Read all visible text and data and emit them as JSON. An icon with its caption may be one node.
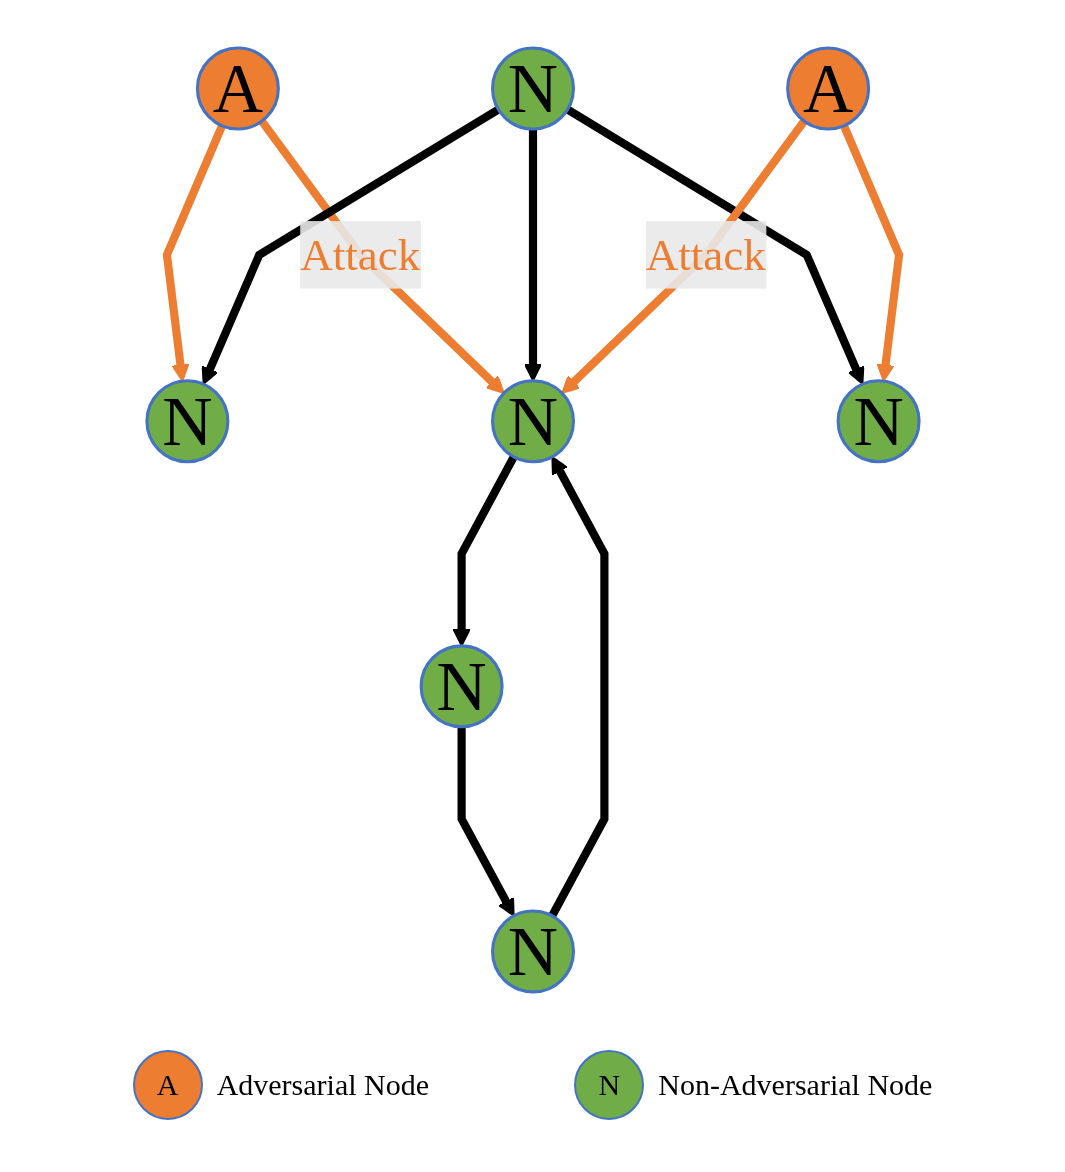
{
  "diagram": {
    "nodes": [
      {
        "text": [
          "A"
        ]
      },
      {
        "text": [
          "N"
        ]
      },
      {
        "text": [
          "N"
        ]
      },
      {
        "text": [
          "N"
        ]
      },
      {
        "text": [
          "N"
        ]
      },
      {
        "text": [
          "N"
        ]
      },
      {
        "text": [
          "N"
        ]
      },
      {
        "text": [
          "A"
        ]
      }
    ],
    "edges": [
      {
        "from": 0,
        "to": 1,
        "arrow": "to",
        "color": "#ed7d31"
      },
      {
        "from": 0,
        "to": 4,
        "arrow": "to",
        "label": "Attack",
        "color": "#ed7d31"
      },
      {
        "from": 3,
        "to": 1,
        "arrow": "to"
      },
      {
        "from": 2,
        "to": 4,
        "arrow": "to"
      },
      {
        "from": 3,
        "to": 4,
        "arrow": "to"
      },
      {
        "from": 4,
        "to": 6,
        "arrow": "to"
      },
      {
        "from": 6,
        "to": 2,
        "arrow": "to"
      },
      {
        "from": 3,
        "to": 5,
        "arrow": "to"
      },
      {
        "from": 7,
        "to": 4,
        "arrow": "to",
        "label": "Attack",
        "color": "#ed7d31"
      },
      {
        "from": 7,
        "to": 5,
        "arrow": "to",
        "color": "#ed7d31"
      }
    ],
    "labels": [
      "A",
      "N"
    ],
    "legend": [
      {
        "text": "Adversarial Node",
        "color": "#ed7d31"
      },
      {
        "text": "Non-Adversarial Node",
        "color": "#70ad47"
      }
    ]
  }
}
